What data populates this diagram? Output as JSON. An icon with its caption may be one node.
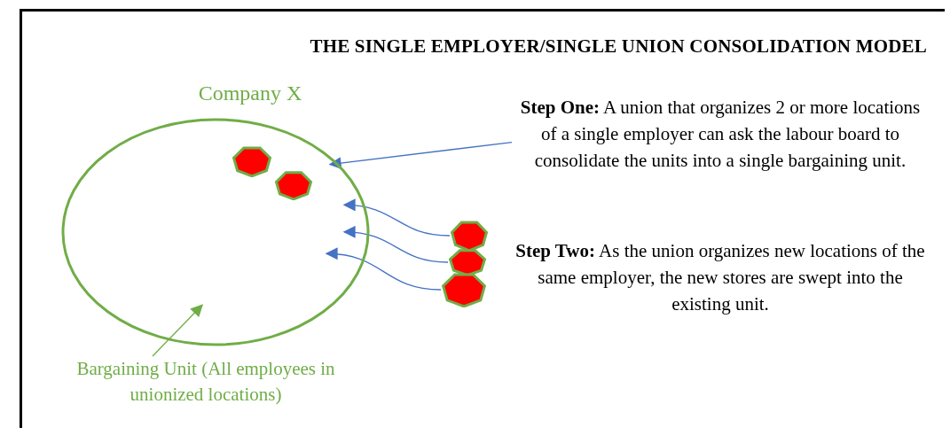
{
  "diagram": {
    "title": "THE SINGLE EMPLOYER/SINGLE UNION CONSOLIDATION MODEL",
    "nodes": [
      {
        "text": [
          "Company X"
        ]
      },
      {
        "text": [],
        "shape": "heptagon",
        "in": 0
      },
      {
        "text": [],
        "shape": "heptagon",
        "in": 0
      },
      {
        "text": [],
        "shape": "heptagon"
      },
      {
        "text": [],
        "shape": "heptagon"
      },
      {
        "text": [],
        "shape": "heptagon"
      },
      {
        "text": [
          "**Step One:** A union that organizes 2 or more locations of a single employer can ask the labour board to consolidate the units into a single bargaining unit."
        ]
      },
      {
        "text": [
          "Bargaining Unit (All employees in unionized locations)"
        ]
      }
    ],
    "edges": [
      {
        "from": 6,
        "to": 0,
        "arrow": "to"
      },
      {
        "from": 3,
        "to": 0,
        "arrow": "to"
      },
      {
        "from": 4,
        "to": 0,
        "arrow": "to"
      },
      {
        "from": 5,
        "to": 0,
        "arrow": "to"
      },
      {
        "from": 7,
        "to": 0,
        "arrow": "to",
        "color": "#70ad47"
      }
    ],
    "labels": [
      "**Step Two:** As the union organizes new locations of the same employer, the new stores are swept into the existing unit."
    ]
  }
}
